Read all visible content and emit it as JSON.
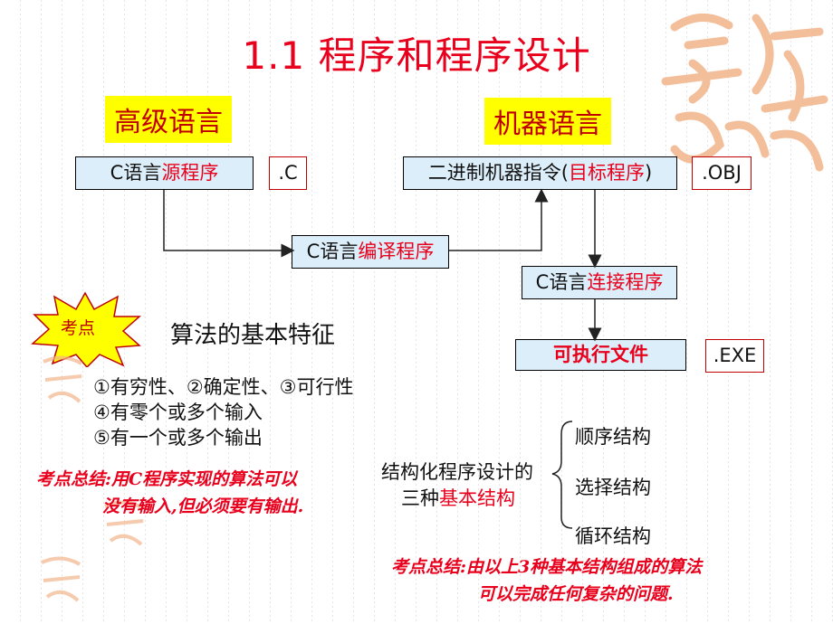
{
  "slide_title": "1.1  程序和程序设计",
  "high_level_label": "高级语言",
  "machine_label": "机器语言",
  "boxes": {
    "source_prefix": "C语言",
    "source_red": "源程序",
    "source_ext": ".C",
    "object_prefix": "二进制机器指令(",
    "object_red": "目标程序",
    "object_suffix": ")",
    "object_ext": ".OBJ",
    "compile_prefix": "C语言",
    "compile_red": "编译程序",
    "link_prefix": "C语言",
    "link_red": "连接程序",
    "exe_label": "可执行文件",
    "exe_ext": ".EXE"
  },
  "exam_badge": "考点",
  "algorithm_heading": "算法的基本特征",
  "features": {
    "line1": "①有穷性、②确定性、③可行性",
    "line2": "④有零个或多个输入",
    "line3": "⑤有一个或多个输出"
  },
  "summary1": {
    "line1": "考点总结:用C程序实现的算法可以",
    "line2": "没有输入,但必须要有输出."
  },
  "structured": {
    "line1": "结构化程序设计的",
    "line2_prefix": "三种",
    "line2_red": "基本结构",
    "items": [
      "顺序结构",
      "选择结构",
      "循环结构"
    ]
  },
  "summary2": {
    "line1": "考点总结:由以上3种基本结构组成的算法",
    "line2": "可以完成任何复杂的问题."
  },
  "colors": {
    "title_red": "#e8001c",
    "box_fill": "#dbeef9",
    "highlight": "#ffff00",
    "badge_fill": "#ffff00"
  }
}
